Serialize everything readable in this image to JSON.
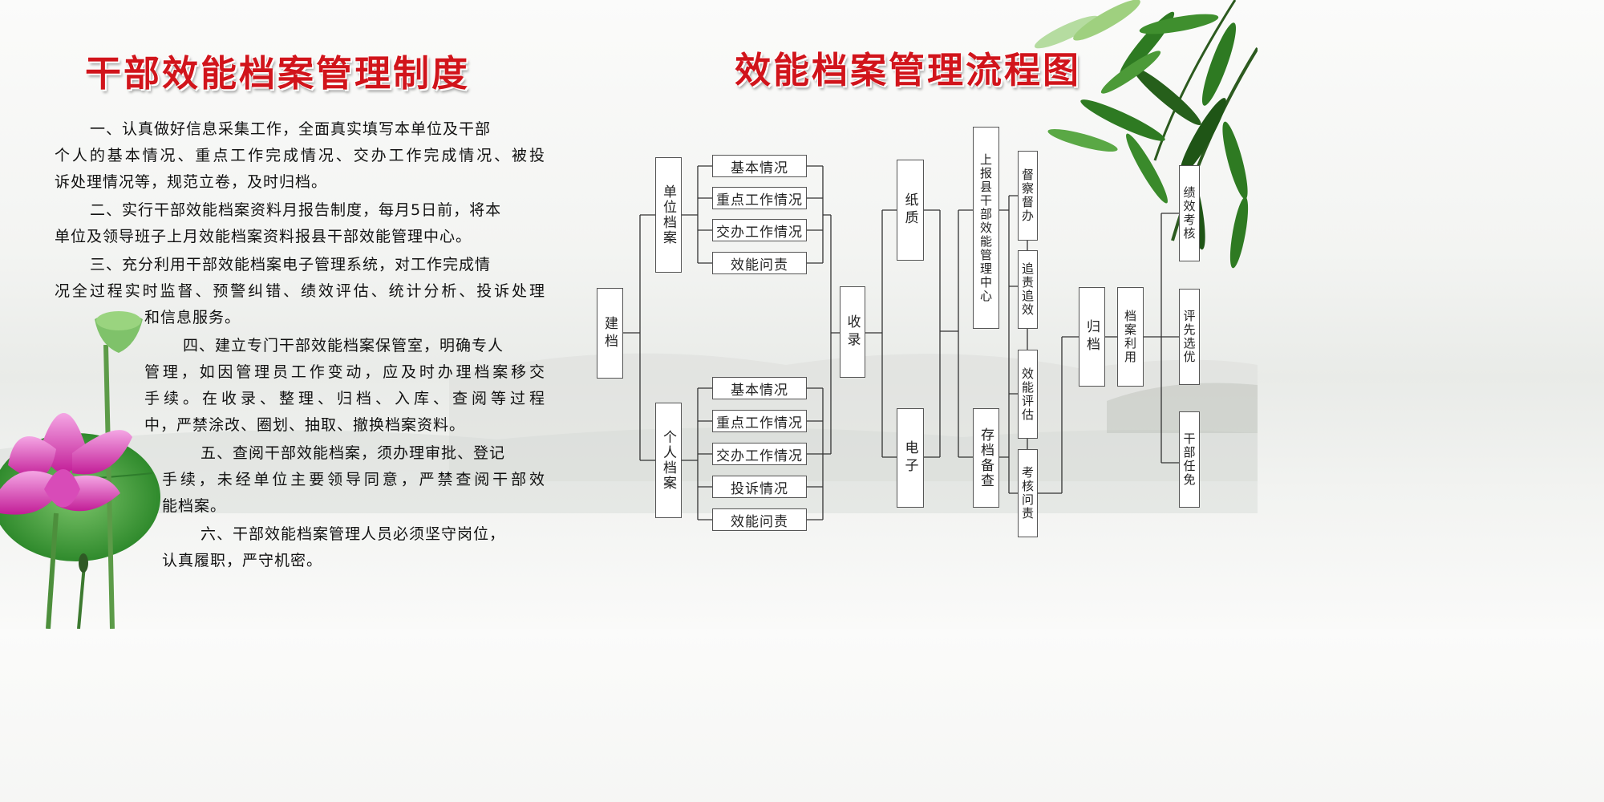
{
  "left_title": "干部效能档案管理制度",
  "right_title": "效能档案管理流程图",
  "policy_lines": [
    "一、认真做好信息采集工作，全面真实填写本单位及干部",
    "个人的基本情况、重点工作完成情况、交办工作完成情况、被投",
    "诉处理情况等，规范立卷，及时归档。",
    "二、实行干部效能档案资料月报告制度，每月5日前，将本",
    "单位及领导班子上月效能档案资料报县干部效能管理中心。",
    "三、充分利用干部效能档案电子管理系统，对工作完成情",
    "况全过程实时监督、预警纠错、绩效评估、统计分析、投诉处理",
    "和信息服务。",
    "四、建立专门干部效能档案保管室，明确专人",
    "管理，如因管理员工作变动，应及时办理档案移交",
    "手续。在收录、整理、归档、入库、查阅等过程",
    "中，严禁涂改、圈划、抽取、撤换档案资料。",
    "五、查阅干部效能档案，须办理审批、登记",
    "手续，未经单位主要领导同意，严禁查阅干部效",
    "能档案。",
    "六、干部效能档案管理人员必须坚守岗位，",
    "认真履职，严守机密。"
  ],
  "flow": {
    "build": "建档",
    "unit_archive": "单位档案",
    "personal_archive": "个人档案",
    "unit_items": [
      "基本情况",
      "重点工作情况",
      "交办工作情况",
      "效能问责"
    ],
    "personal_items": [
      "基本情况",
      "重点工作情况",
      "交办工作情况",
      "投诉情况",
      "效能问责"
    ],
    "collect": "收录",
    "paper": "纸质",
    "electronic": "电子",
    "report_center": "上报县干部效能管理中心",
    "store_check": "存档备查",
    "supervise": "督察督办",
    "accountability": "追责追效",
    "evaluate": "效能评估",
    "assess": "考核问责",
    "file": "归档",
    "use": "档案利用",
    "performance": "绩效考核",
    "awards": "评先选优",
    "appointment": "干部任免"
  }
}
